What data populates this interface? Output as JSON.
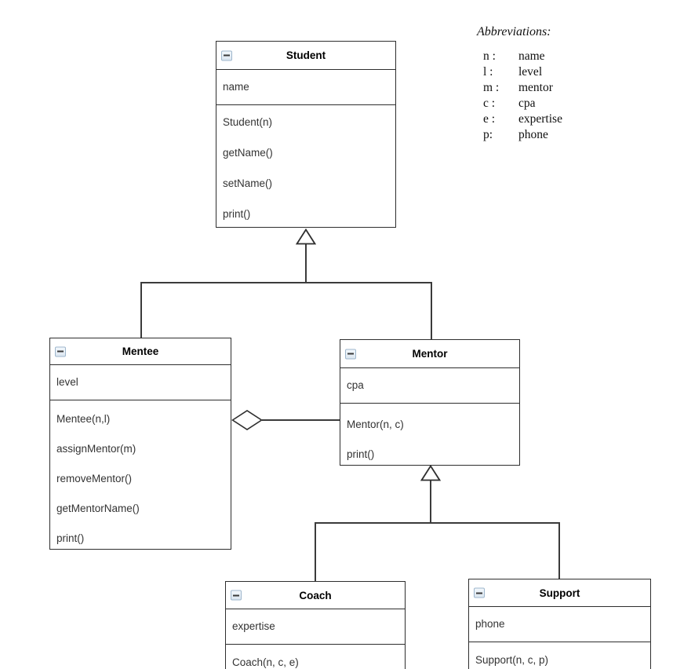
{
  "diagram_type": "uml-class-diagram",
  "classes": [
    {
      "name": "Student",
      "attributes": [
        "name"
      ],
      "methods": [
        "Student(n)",
        "getName()",
        "setName()",
        "print()"
      ]
    },
    {
      "name": "Mentee",
      "attributes": [
        "level"
      ],
      "methods": [
        "Mentee(n,l)",
        "assignMentor(m)",
        "removeMentor()",
        "getMentorName()",
        "print()"
      ]
    },
    {
      "name": "Mentor",
      "attributes": [
        "cpa"
      ],
      "methods": [
        "Mentor(n, c)",
        "print()"
      ]
    },
    {
      "name": "Coach",
      "attributes": [
        "expertise"
      ],
      "methods": [
        "Coach(n, c, e)"
      ]
    },
    {
      "name": "Support",
      "attributes": [
        "phone"
      ],
      "methods": [
        "Support(n, c, p)"
      ]
    }
  ],
  "relationships": [
    {
      "type": "generalization",
      "from": "Mentee",
      "to": "Student"
    },
    {
      "type": "generalization",
      "from": "Mentor",
      "to": "Student"
    },
    {
      "type": "generalization",
      "from": "Coach",
      "to": "Mentor"
    },
    {
      "type": "generalization",
      "from": "Support",
      "to": "Mentor"
    },
    {
      "type": "aggregation",
      "from": "Mentee",
      "to": "Mentor"
    }
  ],
  "legend": {
    "title": "Abbreviations:",
    "entries": [
      {
        "key": "n :",
        "value": "name"
      },
      {
        "key": "l :",
        "value": "level"
      },
      {
        "key": "m :",
        "value": "mentor"
      },
      {
        "key": "c :",
        "value": "cpa"
      },
      {
        "key": "e :",
        "value": "expertise"
      },
      {
        "key": "p:",
        "value": "phone"
      }
    ]
  },
  "icons": {
    "collapse": "minus-box",
    "generalization_arrow": "hollow-triangle",
    "aggregation_marker": "hollow-diamond"
  },
  "colors": {
    "background": "#ffffff",
    "box_border": "#2e2e2e",
    "edge_line": "#3b3b3b",
    "body_text": "#333333",
    "title_text": "#000000",
    "collapse_border": "#9eb6cc",
    "collapse_fill": "#e7eef6"
  }
}
